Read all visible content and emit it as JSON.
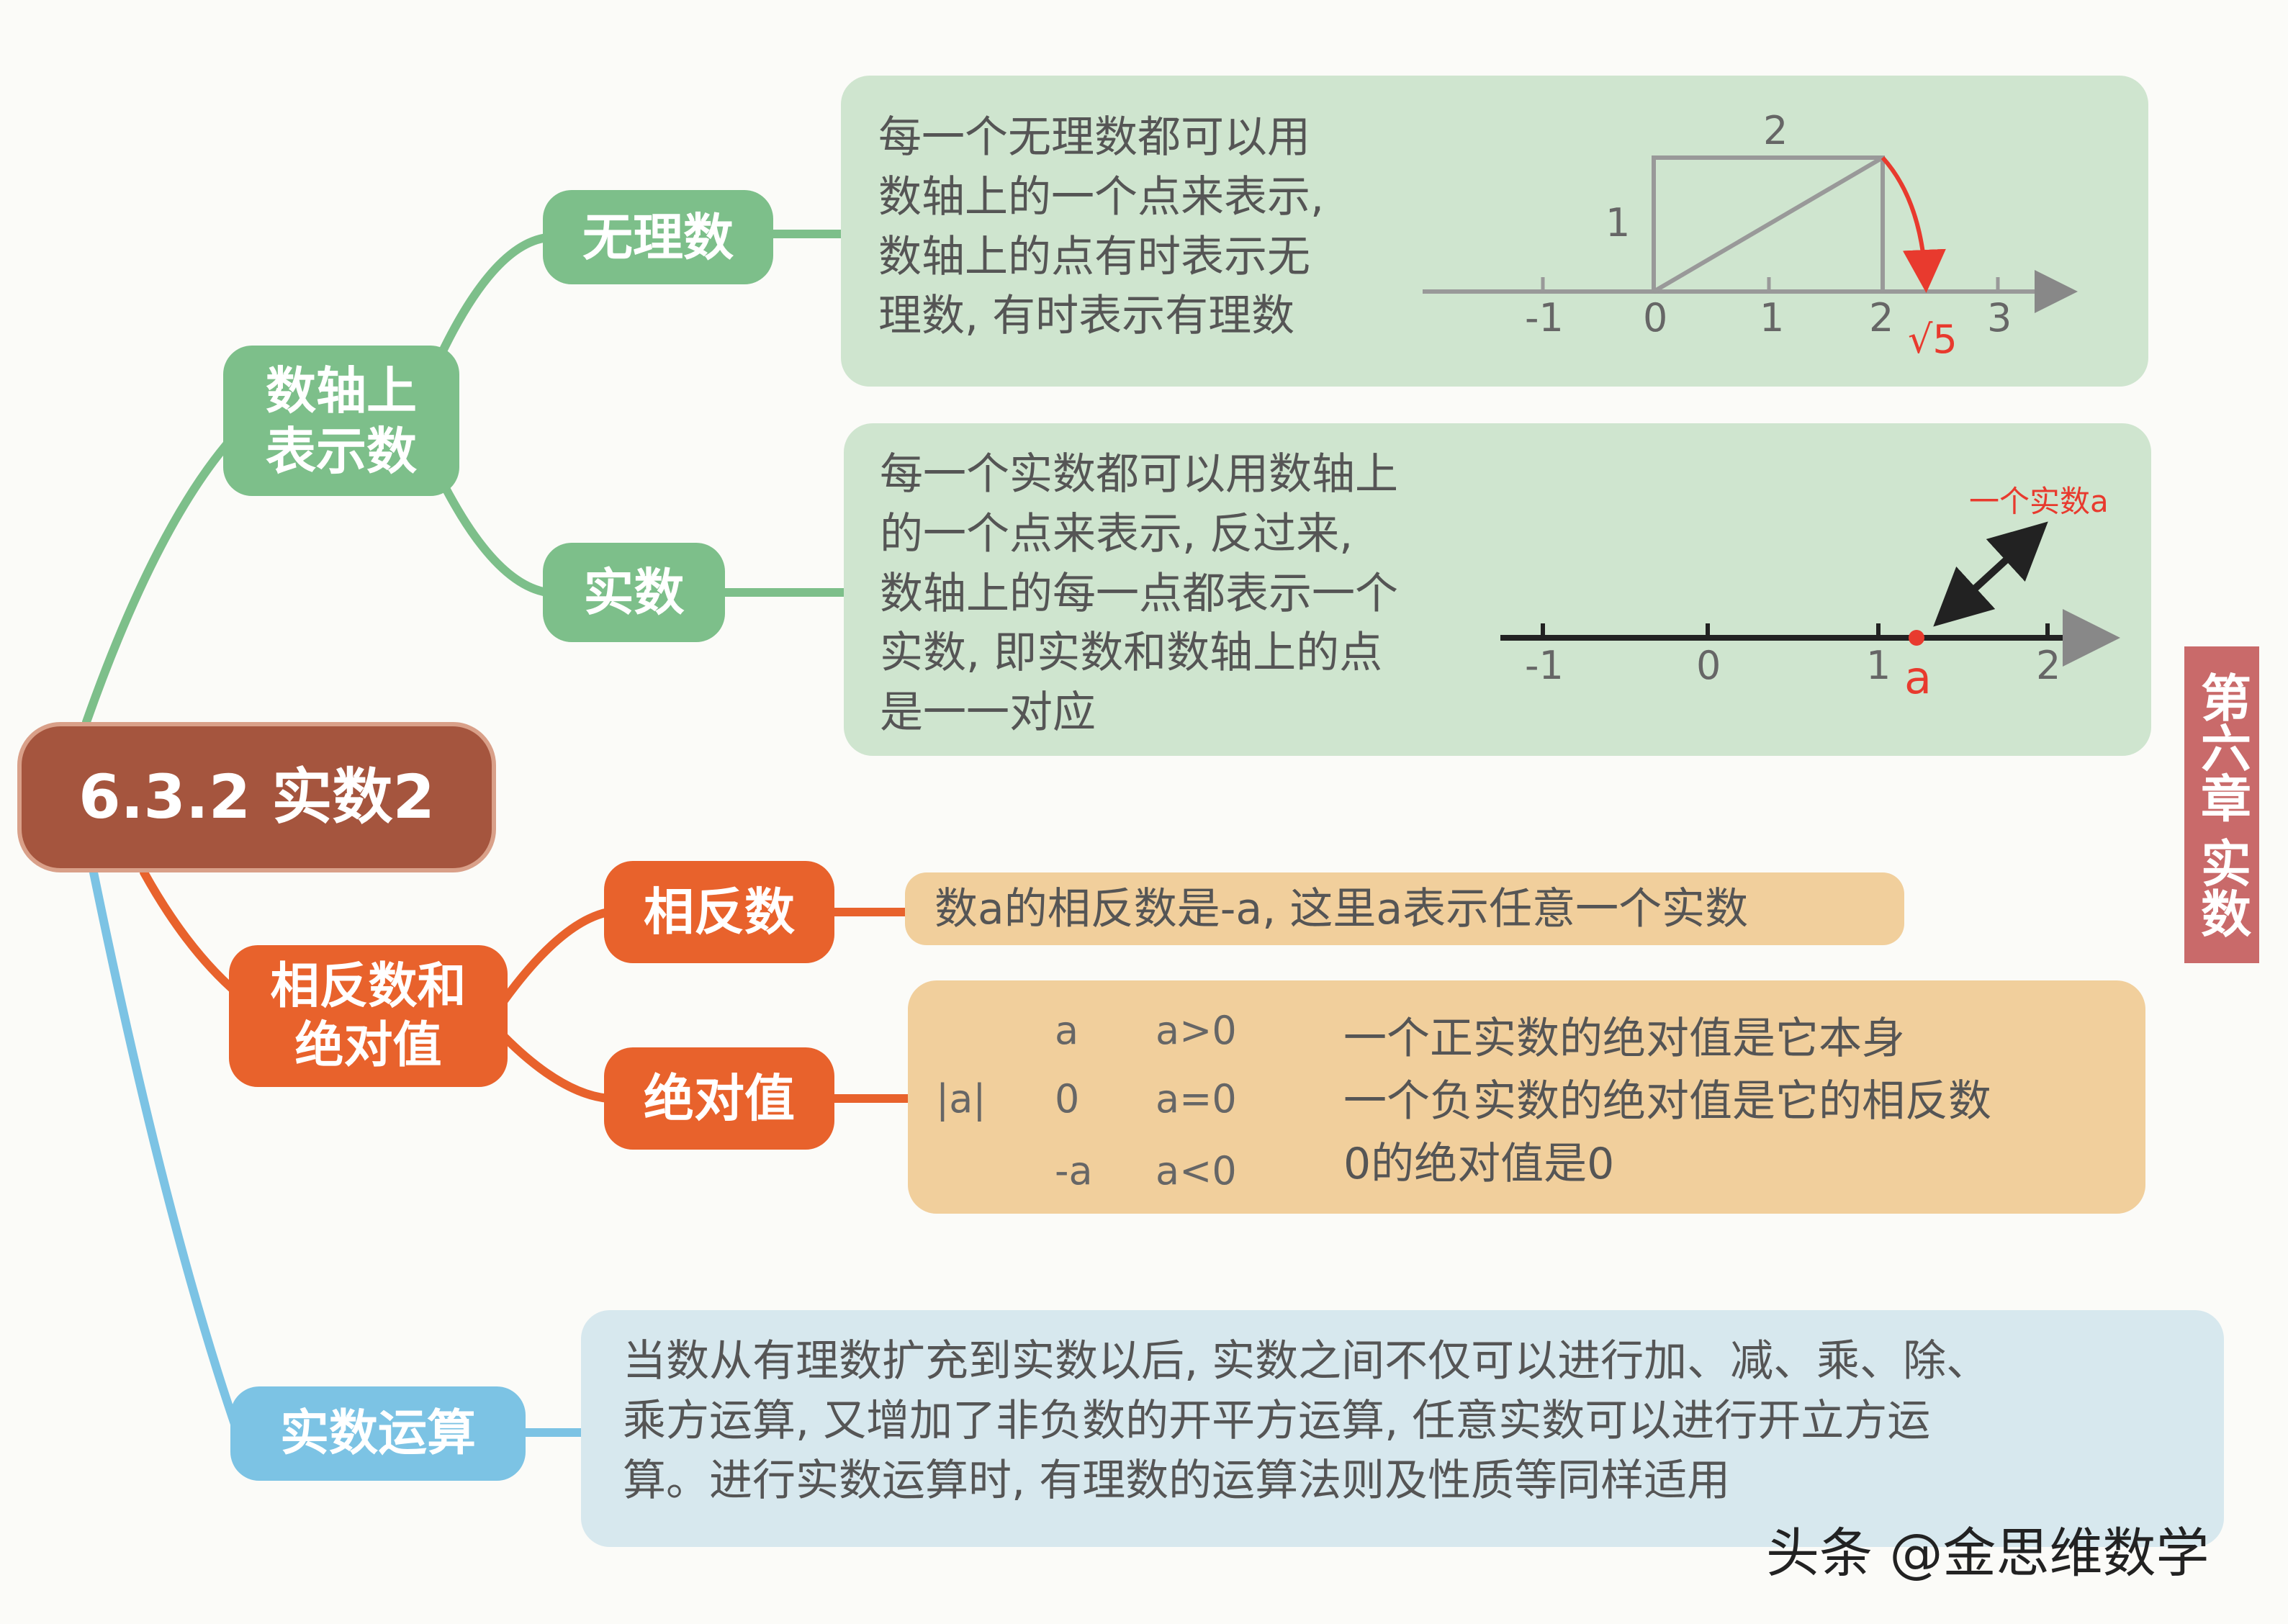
{
  "root": {
    "label": "6.3.2 实数2"
  },
  "branches": {
    "number_line": {
      "label": "数轴上表示数",
      "label_lines": [
        "数轴上",
        "表示数"
      ],
      "children": [
        {
          "label": "无理数",
          "text": [
            "每一个无理数都可以用",
            "数轴上的一个点来表示,",
            "数轴上的点有时表示无",
            "理数, 有时表示有理数"
          ]
        },
        {
          "label": "实数",
          "text": [
            "每一个实数都可以用数轴上",
            "的一个点来表示, 反过来,",
            "数轴上的每一点都表示一个",
            "实数, 即实数和数轴上的点",
            "是一一对应"
          ]
        }
      ]
    },
    "opposite_abs": {
      "label": "相反数和绝对值",
      "label_lines": [
        "相反数和",
        "绝对值"
      ],
      "children": [
        {
          "label": "相反数",
          "text": "数a的相反数是-a, 这里a表示任意一个实数"
        },
        {
          "label": "绝对值",
          "formula": {
            "lhs": "|a|",
            "cases": [
              [
                "a",
                "a>0"
              ],
              [
                "0",
                "a=0"
              ],
              [
                "-a",
                "a<0"
              ]
            ]
          },
          "text": [
            "一个正实数的绝对值是它本身",
            "一个负实数的绝对值是它的相反数",
            "0的绝对值是0"
          ]
        }
      ]
    },
    "operations": {
      "label": "实数运算",
      "text": [
        "当数从有理数扩充到实数以后, 实数之间不仅可以进行加、减、乘、除、",
        "乘方运算, 又增加了非负数的开平方运算, 任意实数可以进行开立方运",
        "算。进行实数运算时, 有理数的运算法则及性质等同样适用"
      ]
    }
  },
  "figure1": {
    "ticks": [
      "-1",
      "0",
      "1",
      "2",
      "3"
    ],
    "rect_width_label": "2",
    "rect_height_label": "1",
    "sqrt_label": "√5"
  },
  "figure2": {
    "ticks": [
      "-1",
      "0",
      "1",
      "2"
    ],
    "point_label": "a",
    "arrow_label": "一个实数a"
  },
  "side_tab": {
    "lines": [
      "第六章",
      "实数"
    ]
  },
  "watermark": "头条 @金思维数学",
  "colors": {
    "root": "#a5553e",
    "green": "#7dbf8a",
    "orange": "#e8622c",
    "blue": "#7cc3e4",
    "red": "#e83a2e",
    "side_tab": "#c96a6a"
  }
}
